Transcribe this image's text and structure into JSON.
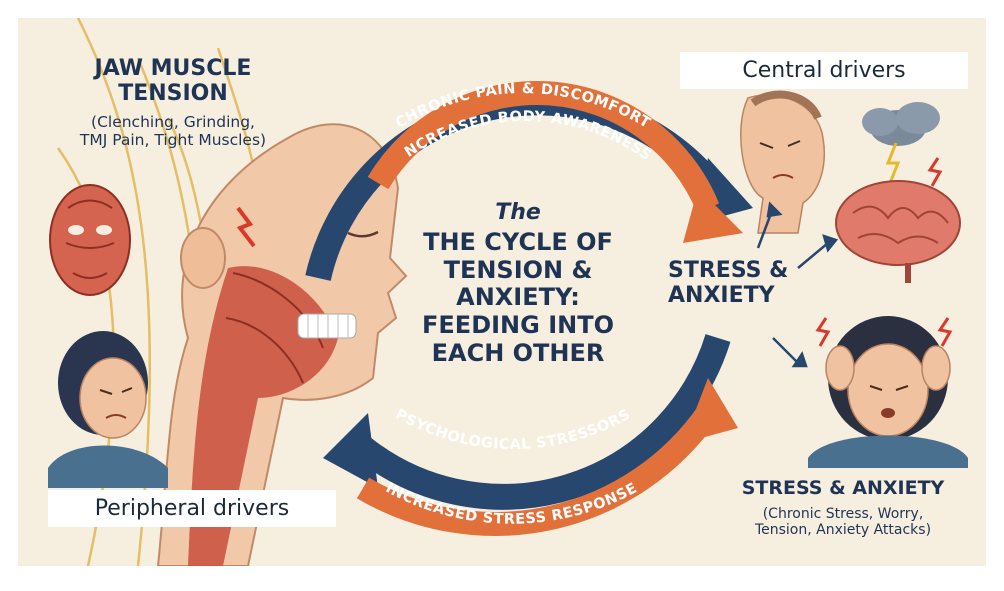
{
  "labels": {
    "jaw_title_line1": "JAW MUSCLE",
    "jaw_title_line2": "TENSION",
    "jaw_sub_line1": "(Clenching, Grinding,",
    "jaw_sub_line2": "TMJ Pain, Tight Muscles)",
    "center_the": "The",
    "center_line1": "THE CYCLE OF",
    "center_line2": "TENSION & ANXIETY:",
    "center_line3": "FEEDING INTO",
    "center_line4": "EACH OTHER",
    "stress_mid_line1": "STRESS &",
    "stress_mid_line2": "ANXIETY",
    "stress_title": "STRESS & ANXIETY",
    "stress_sub_line1": "(Chronic Stress, Worry,",
    "stress_sub_line2": "Tension, Anxiety Attacks)",
    "central_drivers": "Central drivers",
    "peripheral_drivers": "Peripheral drivers"
  },
  "arcs": {
    "top_outer": "CHRONIC PAIN & DISCOMFORT",
    "top_inner": "INCREASED BODY AWARENESS",
    "bottom_outer": "PSYCHOLOGICAL STRESSORS",
    "bottom_inner": "INCREASED STRESS RESPONSE"
  },
  "colors": {
    "background": "#f6efe0",
    "navy": "#27476e",
    "orange": "#e2703a",
    "text_dark": "#1f3354",
    "muscle_red": "#c94f3c",
    "skin": "#f2c9a8"
  },
  "icons": [
    "muscle-face-icon",
    "pained-woman-icon",
    "head-profile-icon",
    "stressed-man-icon",
    "brain-icon",
    "storm-cloud-icon",
    "headache-woman-icon",
    "lightning-icon"
  ]
}
